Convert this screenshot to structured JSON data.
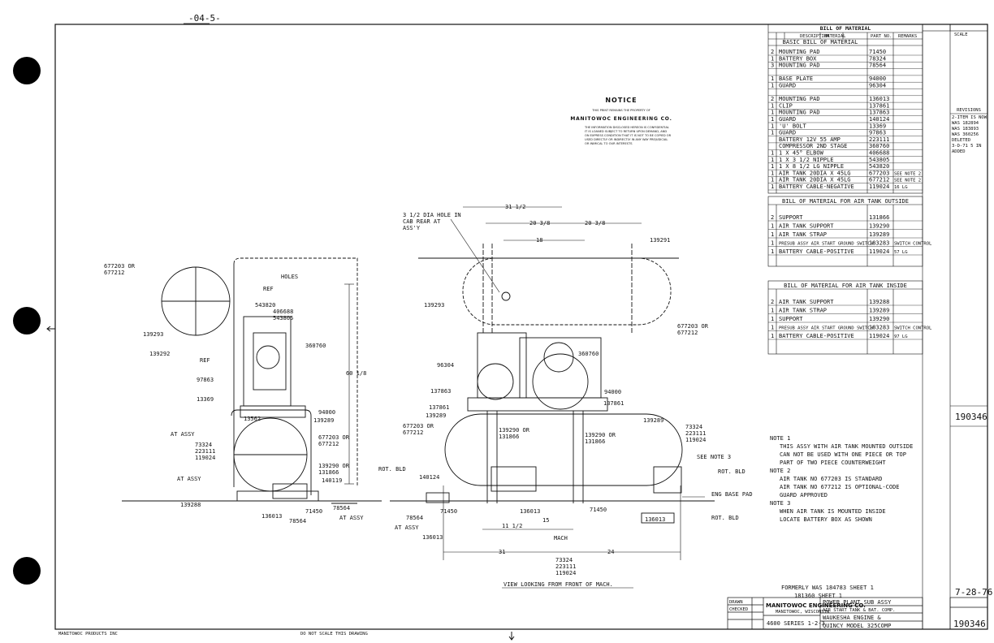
{
  "header": {
    "sheet_mark": "-04-5-"
  },
  "notice": {
    "title": "NOTICE",
    "line1": "THIS PRINT REMAINS THE PROPERTY OF",
    "company": "MANITOWOC ENGINEERING CO.",
    "body": [
      "THE INFORMATION DISCLOSED HEREON IS CONFIDENTIAL",
      "IT IS LOANED SUBJECT TO RETURN UPON DEMAND, AND",
      "ON EXPRESS CONDITION THAT IT IS NOT TO BE COPIED OR",
      "USED DIRECTLY OR INDIRECTLY IN ANY WAY PREJUDICIAL",
      "OR INIMICAL TO OUR INTERESTS"
    ]
  },
  "bom": {
    "title": "BILL OF MATERIAL",
    "col_headers": [
      "DESCRIPTION",
      "MATERIAL",
      "PART NO.",
      "REMARKS"
    ],
    "basic_title": "BASIC BILL OF MATERIAL",
    "rows": [
      {
        "qty": "2",
        "desc": "MOUNTING PAD",
        "part": "71450",
        "rem": ""
      },
      {
        "qty": "1",
        "desc": "BATTERY BOX",
        "part": "78324",
        "rem": ""
      },
      {
        "qty": "3",
        "desc": "MOUNTING PAD",
        "part": "78564",
        "rem": ""
      },
      {
        "qty": "",
        "desc": "",
        "part": "",
        "rem": ""
      },
      {
        "qty": "1",
        "desc": "BASE PLATE",
        "part": "94000",
        "rem": ""
      },
      {
        "qty": "1",
        "desc": "GUARD",
        "part": "96304",
        "rem": ""
      },
      {
        "qty": "",
        "desc": "",
        "part": "",
        "rem": ""
      },
      {
        "qty": "2",
        "desc": "MOUNTING PAD",
        "part": "136013",
        "rem": ""
      },
      {
        "qty": "1",
        "desc": "CLIP",
        "part": "137861",
        "rem": ""
      },
      {
        "qty": "1",
        "desc": "MOUNTING PAD",
        "part": "137863",
        "rem": ""
      },
      {
        "qty": "1",
        "desc": "GUARD",
        "part": "140124",
        "rem": ""
      },
      {
        "qty": "1",
        "desc": "'U' BOLT",
        "part": "13369",
        "rem": ""
      },
      {
        "qty": "1",
        "desc": "GUARD",
        "part": "97863",
        "rem": ""
      },
      {
        "qty": "",
        "desc": "BATTERY 12V 55 AMP",
        "part": "223111",
        "rem": ""
      },
      {
        "qty": "",
        "desc": "COMPRESSOR 2ND STAGE",
        "part": "360760",
        "rem": ""
      },
      {
        "qty": "1",
        "desc": "1 X 45° ELBOW",
        "part": "406688",
        "rem": ""
      },
      {
        "qty": "1",
        "desc": "1 X 3 1/2 NIPPLE",
        "part": "543805",
        "rem": ""
      },
      {
        "qty": "1",
        "desc": "1 X 8 1/2 LG NIPPLE",
        "part": "543820",
        "rem": ""
      },
      {
        "qty": "1",
        "desc": "AIR TANK 20DIA X 45LG",
        "part": "677203",
        "rem": "SEE NOTE 2"
      },
      {
        "qty": "1",
        "desc": "AIR TANK 20DIA X 45LG",
        "part": "677212",
        "rem": "SEE NOTE 2"
      },
      {
        "qty": "1",
        "desc": "BATTERY CABLE-NEGATIVE",
        "part": "119024",
        "rem": "16 LG"
      }
    ],
    "revisions_title": "REVISIONS",
    "revisions": [
      "2-ITEM IS NOW",
      "WAS 182894",
      "WAS 183893",
      "WAS 360256",
      "DELETED",
      "3-D-71 5 IN",
      "ADDED"
    ],
    "outside_title": "BILL OF MATERIAL FOR AIR TANK OUTSIDE",
    "outside_rows": [
      {
        "qty": "2",
        "desc": "SUPPORT",
        "part": "131866",
        "rem": ""
      },
      {
        "qty": "1",
        "desc": "AIR TANK SUPPORT",
        "part": "139290",
        "rem": ""
      },
      {
        "qty": "1",
        "desc": "AIR TANK STRAP",
        "part": "139289",
        "rem": ""
      },
      {
        "qty": "1",
        "desc": "PRESUB ASSY AIR START GROUND SWITCH",
        "part": "183283",
        "rem": "SWITCH CONTROL"
      },
      {
        "qty": "1",
        "desc": "BATTERY CABLE-POSITIVE",
        "part": "119024",
        "rem": "57 LG"
      }
    ],
    "inside_title": "BILL OF MATERIAL FOR AIR TANK INSIDE",
    "inside_rows": [
      {
        "qty": "2",
        "desc": "AIR TANK SUPPORT",
        "part": "139288",
        "rem": ""
      },
      {
        "qty": "1",
        "desc": "AIR TANK STRAP",
        "part": "139289",
        "rem": ""
      },
      {
        "qty": "1",
        "desc": "SUPPORT",
        "part": "139290",
        "rem": ""
      },
      {
        "qty": "1",
        "desc": "PRESUB ASSY AIR START GROUND SWITCH",
        "part": "183283",
        "rem": "SWITCH CONTROL"
      },
      {
        "qty": "1",
        "desc": "BATTERY CABLE-POSITIVE",
        "part": "119024",
        "rem": "97 LG"
      }
    ]
  },
  "side_no": "190346",
  "notes": {
    "n1_label": "NOTE 1",
    "n1": [
      "THIS ASSY WITH AIR TANK MOUNTED OUTSIDE",
      "CAN NOT BE USED WITH ONE PIECE OR TOP",
      "PART OF TWO PIECE COUNTERWEIGHT"
    ],
    "n2_label": "NOTE 2",
    "n2": [
      "AIR TANK NO 677203 IS STANDARD",
      "AIR TANK NO 677212 IS OPTIONAL-CODE",
      "GUARD APPROVED"
    ],
    "n3_label": "NOTE 3",
    "n3": [
      "WHEN AIR TANK IS MOUNTED INSIDE",
      "LOCATE BATTERY BOX AS SHOWN"
    ]
  },
  "formerly": [
    "FORMERLY WAS 184783 SHEET 1",
    "181360 SHEET 1"
  ],
  "view_caption": "VIEW LOOKING FROM FRONT OF MACH.",
  "title_block": {
    "company": "MANITOWOC ENGINEERING CO.",
    "city": "MANITOWOC, WISCONSIN",
    "model": "4600 SERIES 1-2-3",
    "title1": "POWER PLANT SUB ASSY",
    "title2": "AIR START TANK & BAT. COMP.",
    "title3": "WAUKESHA ENGINE &",
    "title4": "QUINCY MODEL 325COMP",
    "date": "7-28-76",
    "dwg_no": "190346",
    "drawn": "DRAWN",
    "checked": "CHECKED"
  },
  "footer": {
    "left": "MANITOWOC PRODUCTS INC",
    "center": "DO NOT SCALE THIS DRAWING"
  },
  "labels": {
    "l677203": "677203 OR",
    "l677212": "677212",
    "holes": "HOLES",
    "ref": "REF",
    "p543820": "543820",
    "p406688": "406688",
    "p543805": "543805",
    "p360760": "360760",
    "p139293": "139293",
    "p139292": "139292",
    "p97863": "97863",
    "p13369": "13369",
    "p13562": "13562",
    "p94000": "94000",
    "p139289": "139289",
    "p677203or": "677203 OR",
    "p677212b": "677212",
    "atassy": "AT ASSY",
    "p73324": "73324",
    "p223111": "223111",
    "p119024": "119024",
    "p139290": "139290 OR",
    "p131866": "131866",
    "p140119": "140119",
    "p139288": "139288",
    "p136013": "136013",
    "p71450": "71450",
    "p78564": "78564",
    "rotbld": "ROT. BLD",
    "cabrear": "3 1/2 DIA HOLE IN",
    "cabrear2": "CAB REAR AT",
    "cabrear3": "ASS'Y",
    "d31": "31 1/2",
    "d20a": "20 3/8",
    "d20b": "20 3/8",
    "d18": "18",
    "d60": "60 1/8",
    "d31b": "31",
    "d24": "24",
    "d11": "11 1/2",
    "d15": "15",
    "seenote3": "SEE NOTE 3",
    "engbase": "ENG BASE PAD",
    "mach": "MACH",
    "p96304": "96304",
    "p137863": "137863",
    "p137861": "137861",
    "p139291": "139291"
  }
}
